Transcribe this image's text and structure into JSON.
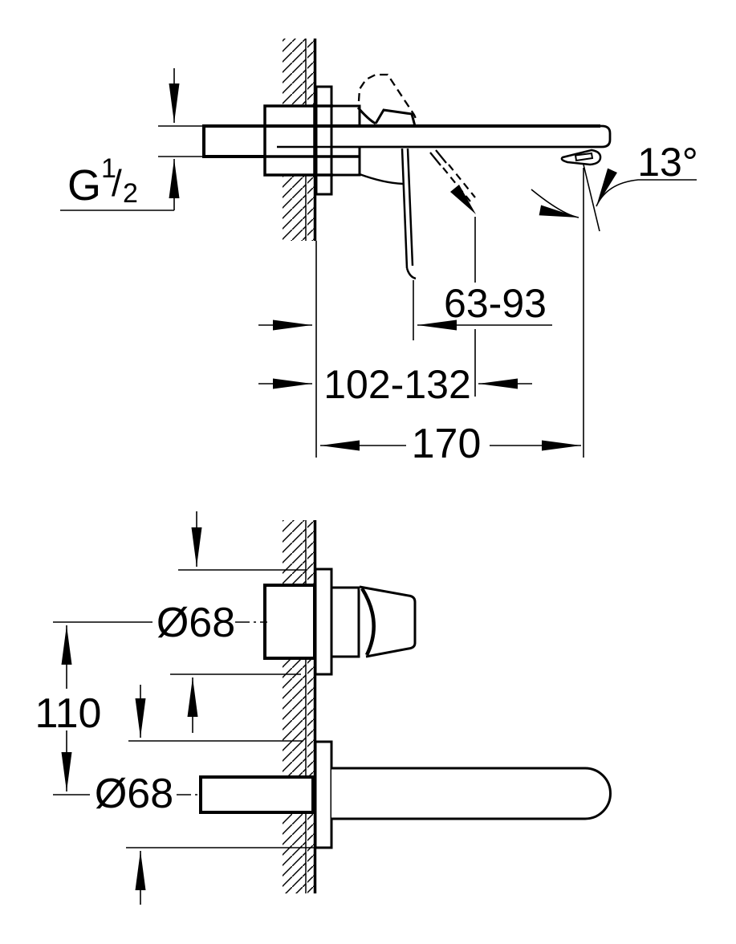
{
  "drawing": {
    "line_color": "#000000",
    "background_color": "#ffffff",
    "labels": {
      "thread_prefix": "G",
      "thread_numerator": "1",
      "thread_slash": "/",
      "thread_denominator": "2",
      "spout_angle": "13°",
      "lever_reach_range": "63-93",
      "mounting_reach_range": "102-132",
      "spout_projection": "170",
      "handle_escutcheon_diameter": "Ø68",
      "spout_escutcheon_diameter": "Ø68",
      "vertical_center_distance": "110"
    }
  }
}
